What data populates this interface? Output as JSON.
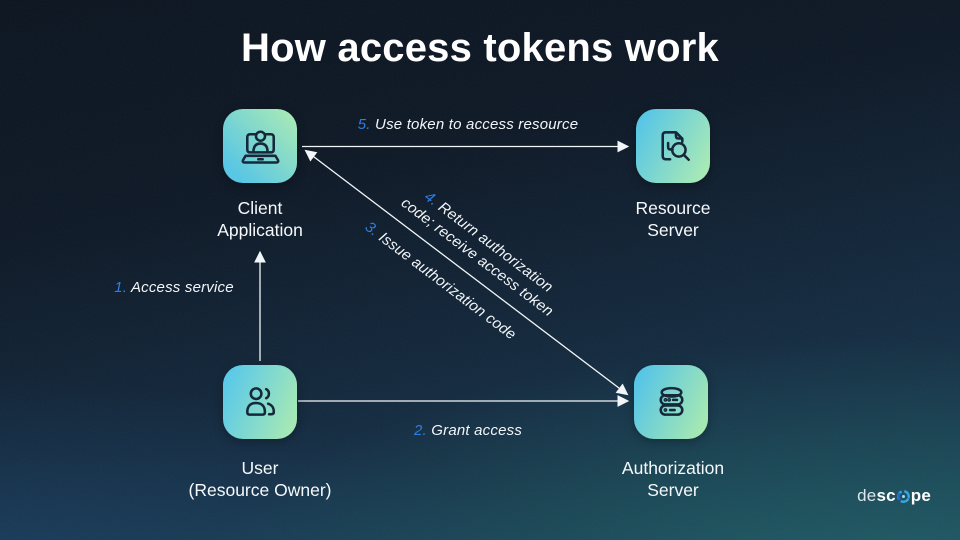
{
  "slide": {
    "title": "How access tokens work"
  },
  "nodes": {
    "client": {
      "line1": "Client",
      "line2": "Application"
    },
    "resource": {
      "line1": "Resource",
      "line2": "Server"
    },
    "user": {
      "line1": "User",
      "line2": "(Resource Owner)"
    },
    "auth": {
      "line1": "Authorization",
      "line2": "Server"
    }
  },
  "steps": {
    "s1": {
      "num": "1.",
      "text": "Access service"
    },
    "s2": {
      "num": "2.",
      "text": "Grant access"
    },
    "s3": {
      "num": "3.",
      "text": "Issue authorization code"
    },
    "s4": {
      "num": "4.",
      "text_line1": "Return authorization",
      "text_line2": "code; receive access token"
    },
    "s5": {
      "num": "5.",
      "text": "Use token to access resource"
    }
  },
  "logo": {
    "part1": "de",
    "part2": "sc",
    "part3": "pe"
  },
  "icons": {
    "client": "laptop-user-icon",
    "resource": "document-search-icon",
    "user": "users-icon",
    "auth": "server-icon",
    "logo_mark": "descope-o-icon"
  },
  "colors": {
    "accent_number_blue": "#2f7de2",
    "tile_cyan": "#58c6e5",
    "tile_green": "#a8e9b6",
    "icon_stroke": "#16283a",
    "arrow_line": "#f2f6f8",
    "background_top": "#0d1826",
    "background_bottom_teal": "#194152",
    "text_white": "#f6f9fb"
  }
}
